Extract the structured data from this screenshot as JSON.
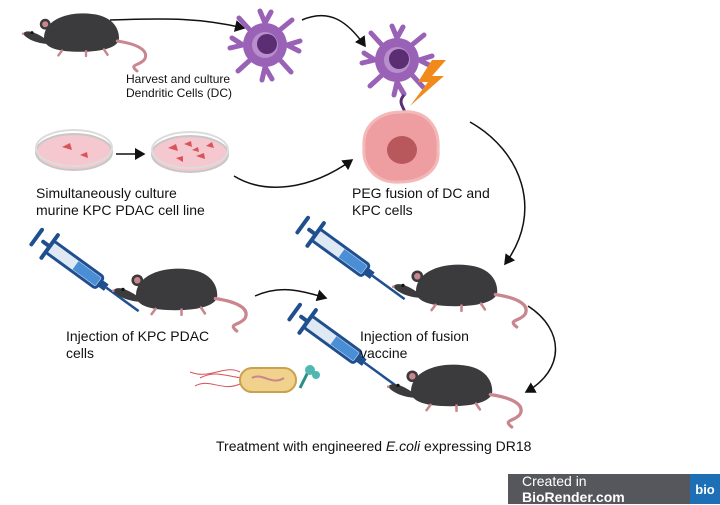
{
  "labels": {
    "harvest_line1": "Harvest and culture",
    "harvest_line2": "Dendritic Cells (DC)",
    "culture_line1": "Simultaneously culture",
    "culture_line2": "murine KPC PDAC cell line",
    "fusion_line1": "PEG fusion of DC and",
    "fusion_line2": "KPC cells",
    "inj_kpc_line1": "Injection of KPC PDAC",
    "inj_kpc_line2": "cells",
    "inj_vac_line1": "Injection of fusion",
    "inj_vac_line2": "vaccine",
    "treat_pre": "Treatment with engineered ",
    "treat_em": "E.coli",
    "treat_post": " expressing DR18"
  },
  "badge": {
    "prefix": "Created in ",
    "brand": "BioRender.com",
    "logo": "bio"
  },
  "colors": {
    "mouse": "#3b3a3c",
    "tail": "#c9868f",
    "dendritic": "#9a62b6",
    "tumor": "#ee9ea0",
    "dish": "#f5c7cf",
    "bacteria": "#f0d28c",
    "lightning": "#f28a1b",
    "syringe": "#1f4f8f"
  }
}
